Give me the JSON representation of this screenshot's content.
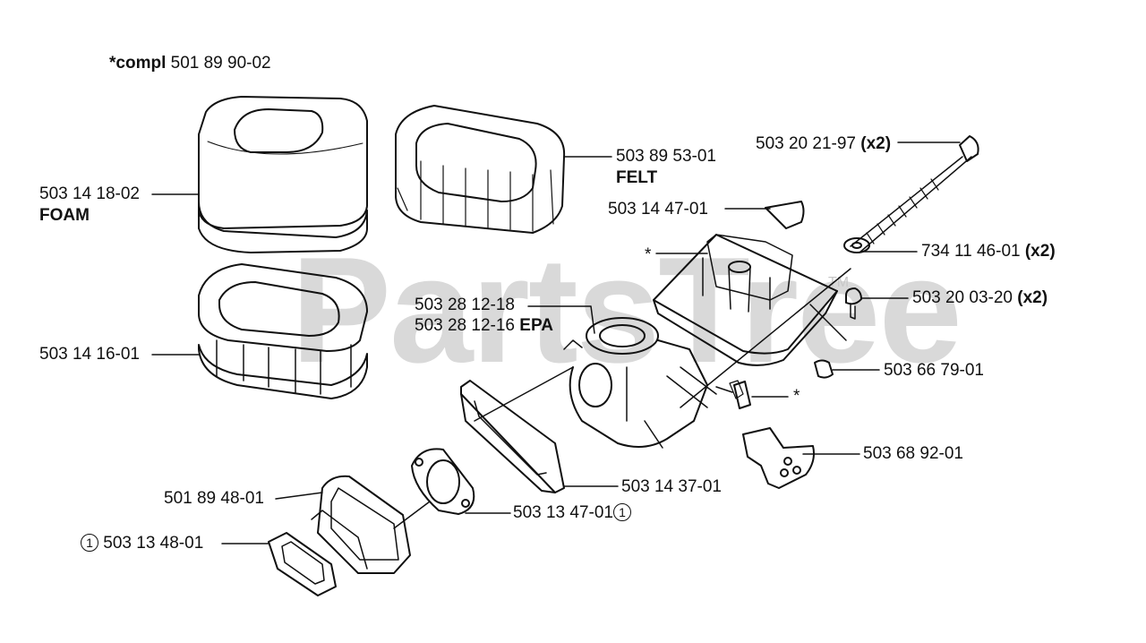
{
  "watermark": "PartsTree",
  "trademark": "TM",
  "callout_mark": "1",
  "labels": {
    "compl_prefix": "*compl",
    "compl_number": "501 89 90-02",
    "foam_part": "503 14 18-02",
    "foam_word": "FOAM",
    "felt_part": "503 89 53-01",
    "felt_word": "FELT",
    "holder_part": "503 14 16-01",
    "bolt_part": "503 20 21-97",
    "bolt_qty": "(x2)",
    "clip_part": "503 14 47-01",
    "base_mark": "*",
    "washer_part": "734 11 46-01",
    "washer_qty": "(x2)",
    "screw_part": "503 20 03-20",
    "screw_qty": "(x2)",
    "carb_part": "503 28 12-18",
    "carb_epa_part": "503 28 12-16",
    "carb_epa_word": "EPA",
    "plug_part": "503 66 79-01",
    "nipple_mark": "*",
    "choke_part": "503 68 92-01",
    "gasket_frame_part": "503 14 37-01",
    "gasket_part": "503 13 47-01",
    "flange_part": "501 89 48-01",
    "small_gasket_part": "503 13 48-01"
  },
  "colors": {
    "line": "#111111",
    "watermark": "#d9d9d9",
    "background": "#ffffff"
  }
}
